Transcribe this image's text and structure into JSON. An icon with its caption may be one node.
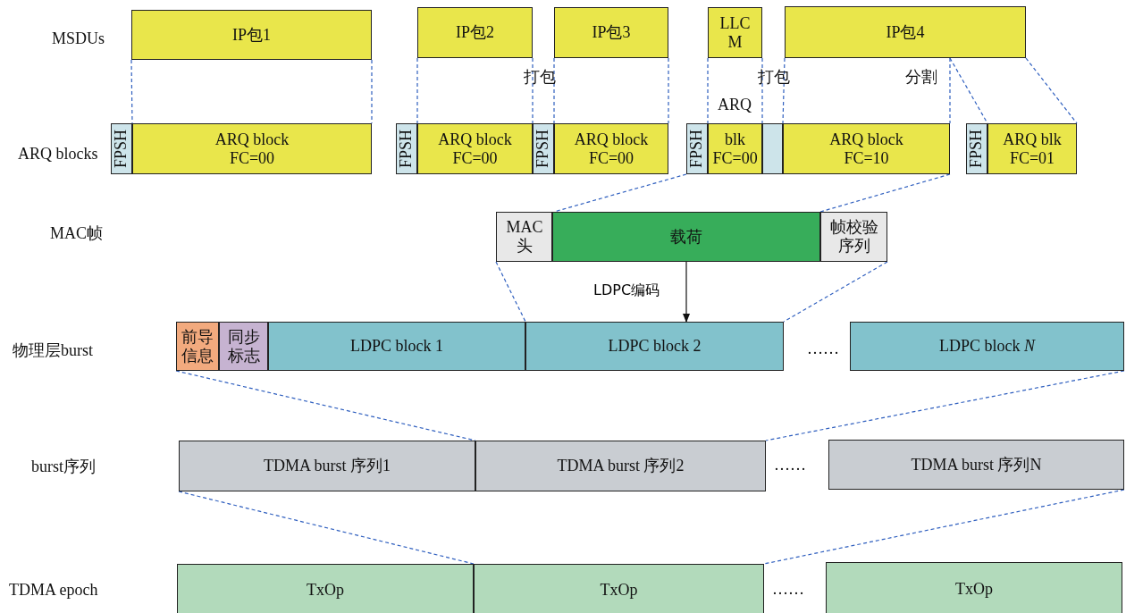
{
  "diagram": {
    "nodes": [
      {
        "text": [
          "IP包1"
        ]
      },
      {
        "text": [
          "IP包2"
        ]
      },
      {
        "text": [
          "IP包3"
        ]
      },
      {
        "text": [
          "LLC M"
        ]
      },
      {
        "text": [
          "IP包4"
        ]
      },
      {
        "text": [
          "FPSH"
        ]
      },
      {
        "text": [
          "ARQ block FC=00"
        ]
      },
      {
        "text": [
          "FPSH"
        ]
      },
      {
        "text": [
          "ARQ block FC=00"
        ]
      },
      {
        "text": [
          "FPSH"
        ]
      },
      {
        "text": [
          "ARQ block FC=00"
        ]
      },
      {
        "text": [
          "FPSH"
        ]
      },
      {
        "text": [
          "blk FC=00"
        ]
      },
      {
        "text": [],
        "shape": "box"
      },
      {
        "text": [
          "ARQ block FC=10"
        ]
      },
      {
        "text": [
          "FPSH"
        ]
      },
      {
        "text": [
          "ARQ blk FC=01"
        ]
      },
      {
        "text": [
          "MAC头"
        ]
      },
      {
        "text": [
          "载荷"
        ]
      },
      {
        "text": [
          "帧校验序列"
        ]
      },
      {
        "text": [
          "前导信息"
        ]
      },
      {
        "text": [
          "同步标志"
        ]
      },
      {
        "text": [
          "LDPC block 1"
        ]
      },
      {
        "text": [
          "LDPC block 2"
        ]
      },
      {
        "text": [
          "LDPC block *N*"
        ]
      },
      {
        "text": [
          "TDMA burst 序列1"
        ]
      },
      {
        "text": [
          "TDMA burst 序列2"
        ]
      },
      {
        "text": [
          "TDMA burst 序列N"
        ]
      },
      {
        "text": [
          "TxOp"
        ]
      },
      {
        "text": [
          "TxOp"
        ]
      },
      {
        "text": [
          "TxOp"
        ]
      }
    ],
    "edges": [
      {
        "from": 0,
        "to": 6,
        "arrow": "none",
        "style": "dashed"
      },
      {
        "from": 0,
        "to": 6,
        "arrow": "none",
        "style": "dashed"
      },
      {
        "from": 1,
        "to": 8,
        "arrow": "none",
        "style": "dashed"
      },
      {
        "from": 1,
        "to": 8,
        "arrow": "none",
        "style": "dashed"
      },
      {
        "from": 2,
        "to": 10,
        "arrow": "none",
        "style": "dashed"
      },
      {
        "from": 2,
        "to": 10,
        "arrow": "none",
        "style": "dashed"
      },
      {
        "from": 3,
        "to": 12,
        "arrow": "none",
        "style": "dashed"
      },
      {
        "from": 3,
        "to": 12,
        "arrow": "none",
        "style": "dashed"
      },
      {
        "from": 4,
        "to": 14,
        "arrow": "none",
        "style": "dashed"
      },
      {
        "from": 4,
        "to": 14,
        "arrow": "none",
        "style": "dashed"
      },
      {
        "from": 4,
        "to": 16,
        "arrow": "none",
        "style": "dashed"
      },
      {
        "from": 4,
        "to": 16,
        "arrow": "none",
        "style": "dashed"
      },
      {
        "from": 11,
        "to": 18,
        "arrow": "none",
        "style": "dashed"
      },
      {
        "from": 14,
        "to": 18,
        "arrow": "none",
        "style": "dashed"
      },
      {
        "from": 17,
        "to": 23,
        "arrow": "none",
        "style": "dashed"
      },
      {
        "from": 19,
        "to": 23,
        "arrow": "none",
        "style": "dashed"
      },
      {
        "from": 18,
        "to": 23,
        "arrow": "to",
        "label": "LDPC编码",
        "color": "#111111"
      },
      {
        "from": 20,
        "to": 26,
        "arrow": "none",
        "style": "dashed"
      },
      {
        "from": 24,
        "to": 26,
        "arrow": "none",
        "style": "dashed"
      },
      {
        "from": 25,
        "to": 29,
        "arrow": "none",
        "style": "dashed"
      },
      {
        "from": 27,
        "to": 29,
        "arrow": "none",
        "style": "dashed"
      }
    ],
    "labels": [
      "MSDUs",
      "打包",
      "打包",
      "分割",
      "ARQ",
      "ARQ blocks",
      "MAC帧",
      "物理层burst",
      "……",
      "burst序列",
      "……",
      "TDMA epoch",
      "……"
    ]
  }
}
